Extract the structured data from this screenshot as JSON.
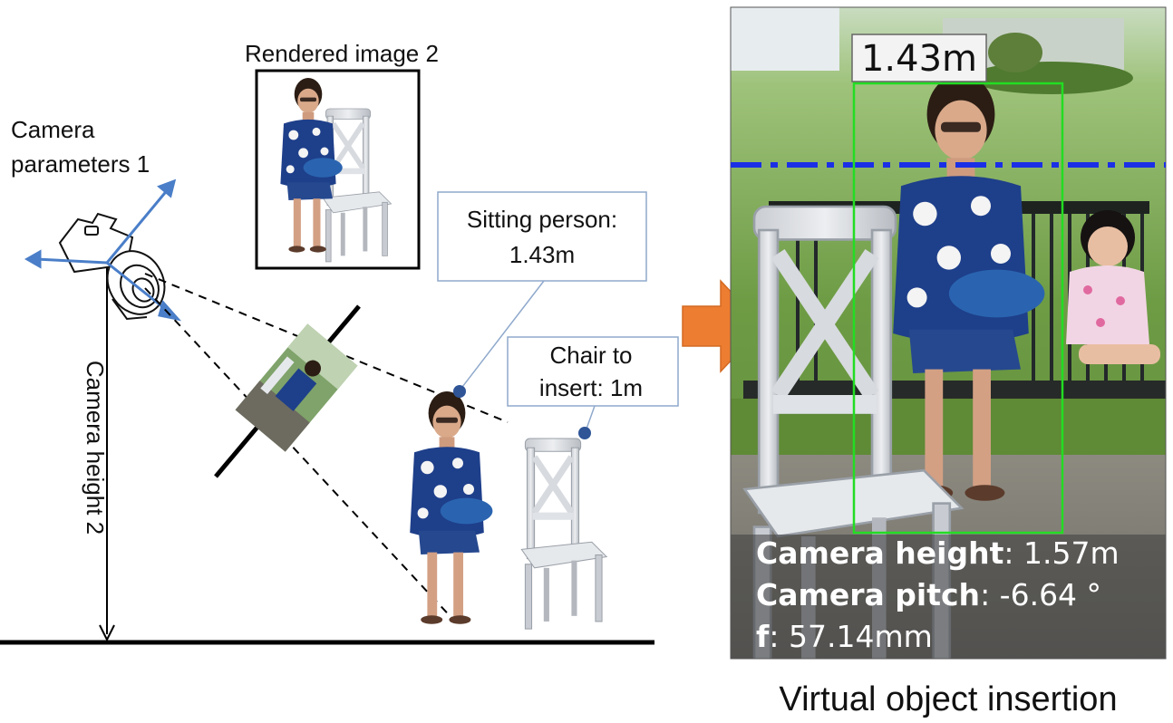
{
  "left_panel": {
    "camera_params_label_line1": "Camera",
    "camera_params_label_line2": "parameters 1",
    "camera_height_label": "Camera height 2",
    "rendered_image_title": "Rendered image 2",
    "person_callout_line1": "Sitting person:",
    "person_callout_line2": "1.43m",
    "chair_callout_line1": "Chair to",
    "chair_callout_line2": "insert: 1m"
  },
  "right_panel": {
    "bbox_height_label": "1.43m",
    "camera_height_key": "Camera height",
    "camera_height_value": ": 1.57m",
    "camera_pitch_key": "Camera pitch",
    "camera_pitch_value": ": -6.64 °",
    "focal_key": "f",
    "focal_value": ": 57.14mm",
    "caption": "Virtual object insertion"
  },
  "colors": {
    "arrow_orange": "#ed7d31",
    "axis_blue": "#4a7ec8",
    "callout_border": "#8fa9cc",
    "callout_dot": "#2f5597",
    "horizon_blue": "#1a2fe6",
    "bbox_green": "#22dd22"
  }
}
